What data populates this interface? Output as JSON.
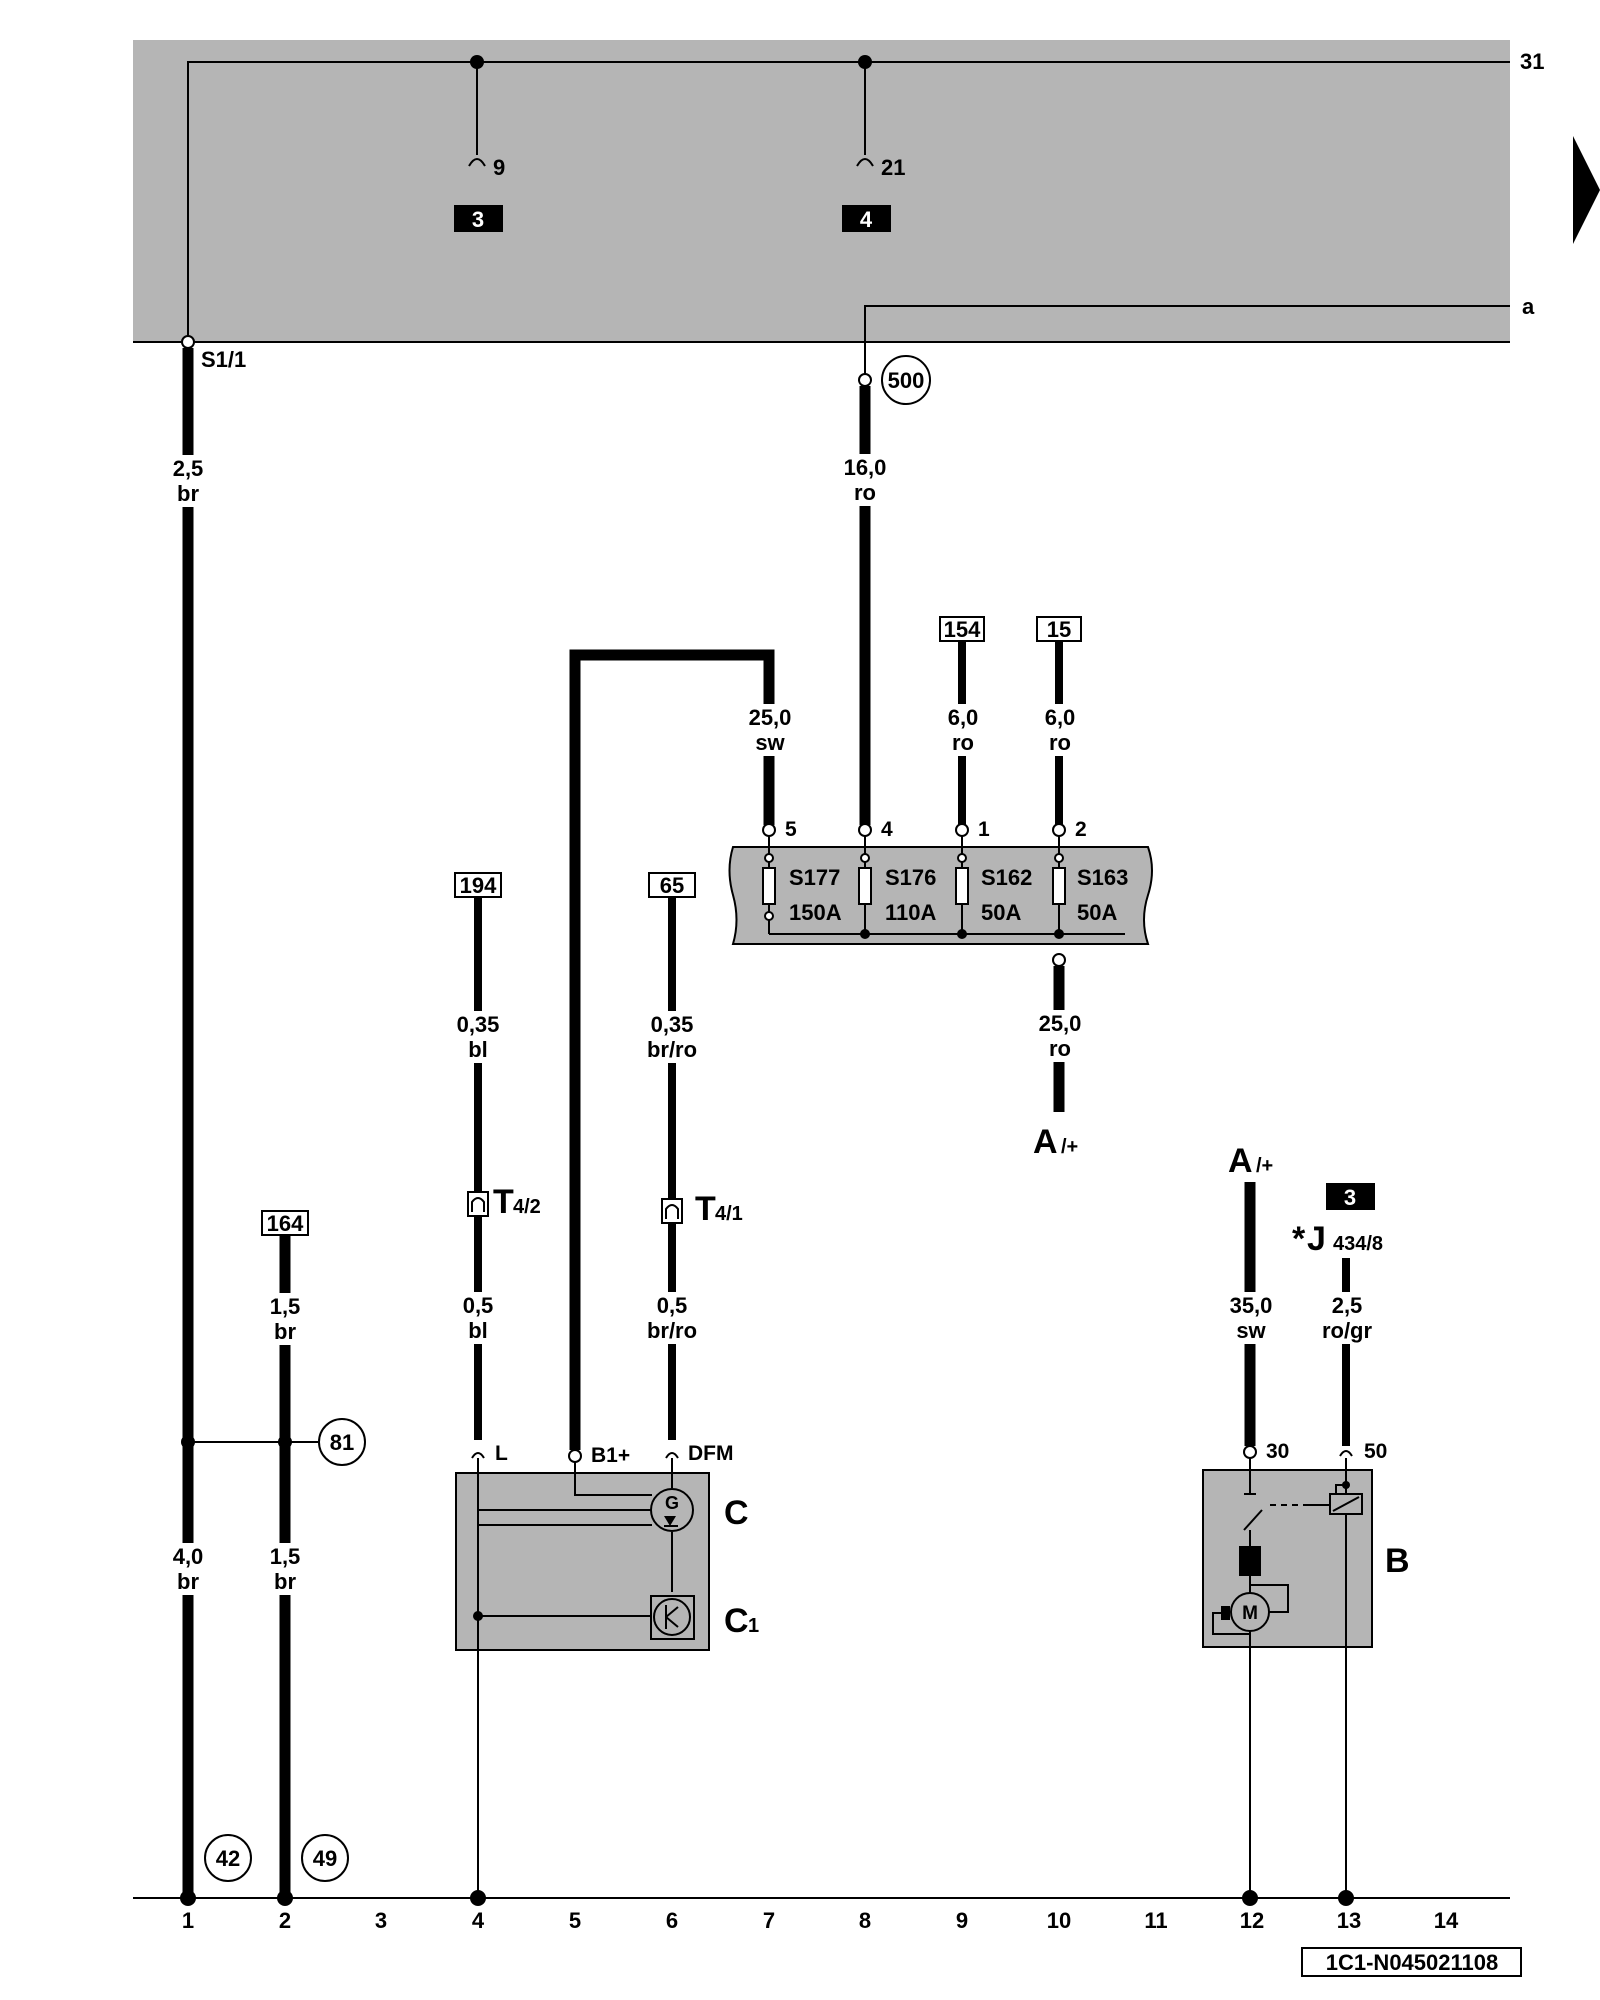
{
  "ground_bus": {
    "terminal": "31"
  },
  "output_line": {
    "label": "a"
  },
  "ref_boxes": [
    "3",
    "4"
  ],
  "top_pins": {
    "left": "9",
    "right": "21"
  },
  "splices": {
    "s1": "S1/1",
    "c500": "500",
    "c81": "81",
    "c42": "42",
    "c49": "49"
  },
  "wires": {
    "w1": {
      "gauge": "2,5",
      "color": "br"
    },
    "w8": {
      "gauge": "16,0",
      "color": "ro"
    },
    "w_b1": {
      "gauge": "25,0",
      "color": "sw"
    },
    "w_s162": {
      "gauge": "6,0",
      "color": "ro"
    },
    "w_s163": {
      "gauge": "6,0",
      "color": "ro"
    },
    "w_out": {
      "gauge": "25,0",
      "color": "ro"
    },
    "w_l_top": {
      "gauge": "0,35",
      "color": "bl"
    },
    "w_dfm_top": {
      "gauge": "0,35",
      "color": "br/ro"
    },
    "w_l_bot": {
      "gauge": "0,5",
      "color": "bl"
    },
    "w_dfm_bot": {
      "gauge": "0,5",
      "color": "br/ro"
    },
    "w2_top": {
      "gauge": "1,5",
      "color": "br"
    },
    "w1_bot": {
      "gauge": "4,0",
      "color": "br"
    },
    "w2_bot": {
      "gauge": "1,5",
      "color": "br"
    },
    "w_starter30": {
      "gauge": "35,0",
      "color": "sw"
    },
    "w_starter50": {
      "gauge": "2,5",
      "color": "ro/gr"
    }
  },
  "refs": {
    "r154": "154",
    "r15": "15",
    "r194": "194",
    "r65": "65",
    "r164": "164",
    "r3b": "3"
  },
  "fuses": [
    {
      "name": "S177",
      "rating": "150A",
      "pin": "5"
    },
    {
      "name": "S176",
      "rating": "110A",
      "pin": "4"
    },
    {
      "name": "S162",
      "rating": "50A",
      "pin": "1"
    },
    {
      "name": "S163",
      "rating": "50A",
      "pin": "2"
    }
  ],
  "connectors": {
    "t42": "T",
    "t42_sub": "4/2",
    "t41": "T",
    "t41_sub": "4/1"
  },
  "alternator": {
    "label": "C",
    "regulator": "C",
    "regulator_sub": "1",
    "pin_l": "L",
    "pin_b": "B1+",
    "pin_dfm": "DFM",
    "gen_symbol": "G"
  },
  "starter": {
    "label": "B",
    "pin30": "30",
    "pin50": "50",
    "motor_symbol": "M"
  },
  "battery_ref": {
    "letter": "A",
    "suffix": "/+"
  },
  "battery_ref2": {
    "letter": "A",
    "suffix": "/+"
  },
  "relay_ref": {
    "star": "*",
    "letter": "J",
    "suffix": "434/8"
  },
  "track_numbers": [
    "1",
    "2",
    "3",
    "4",
    "5",
    "6",
    "7",
    "8",
    "9",
    "10",
    "11",
    "12",
    "13",
    "14"
  ],
  "doc_id": "1C1-N045021108"
}
